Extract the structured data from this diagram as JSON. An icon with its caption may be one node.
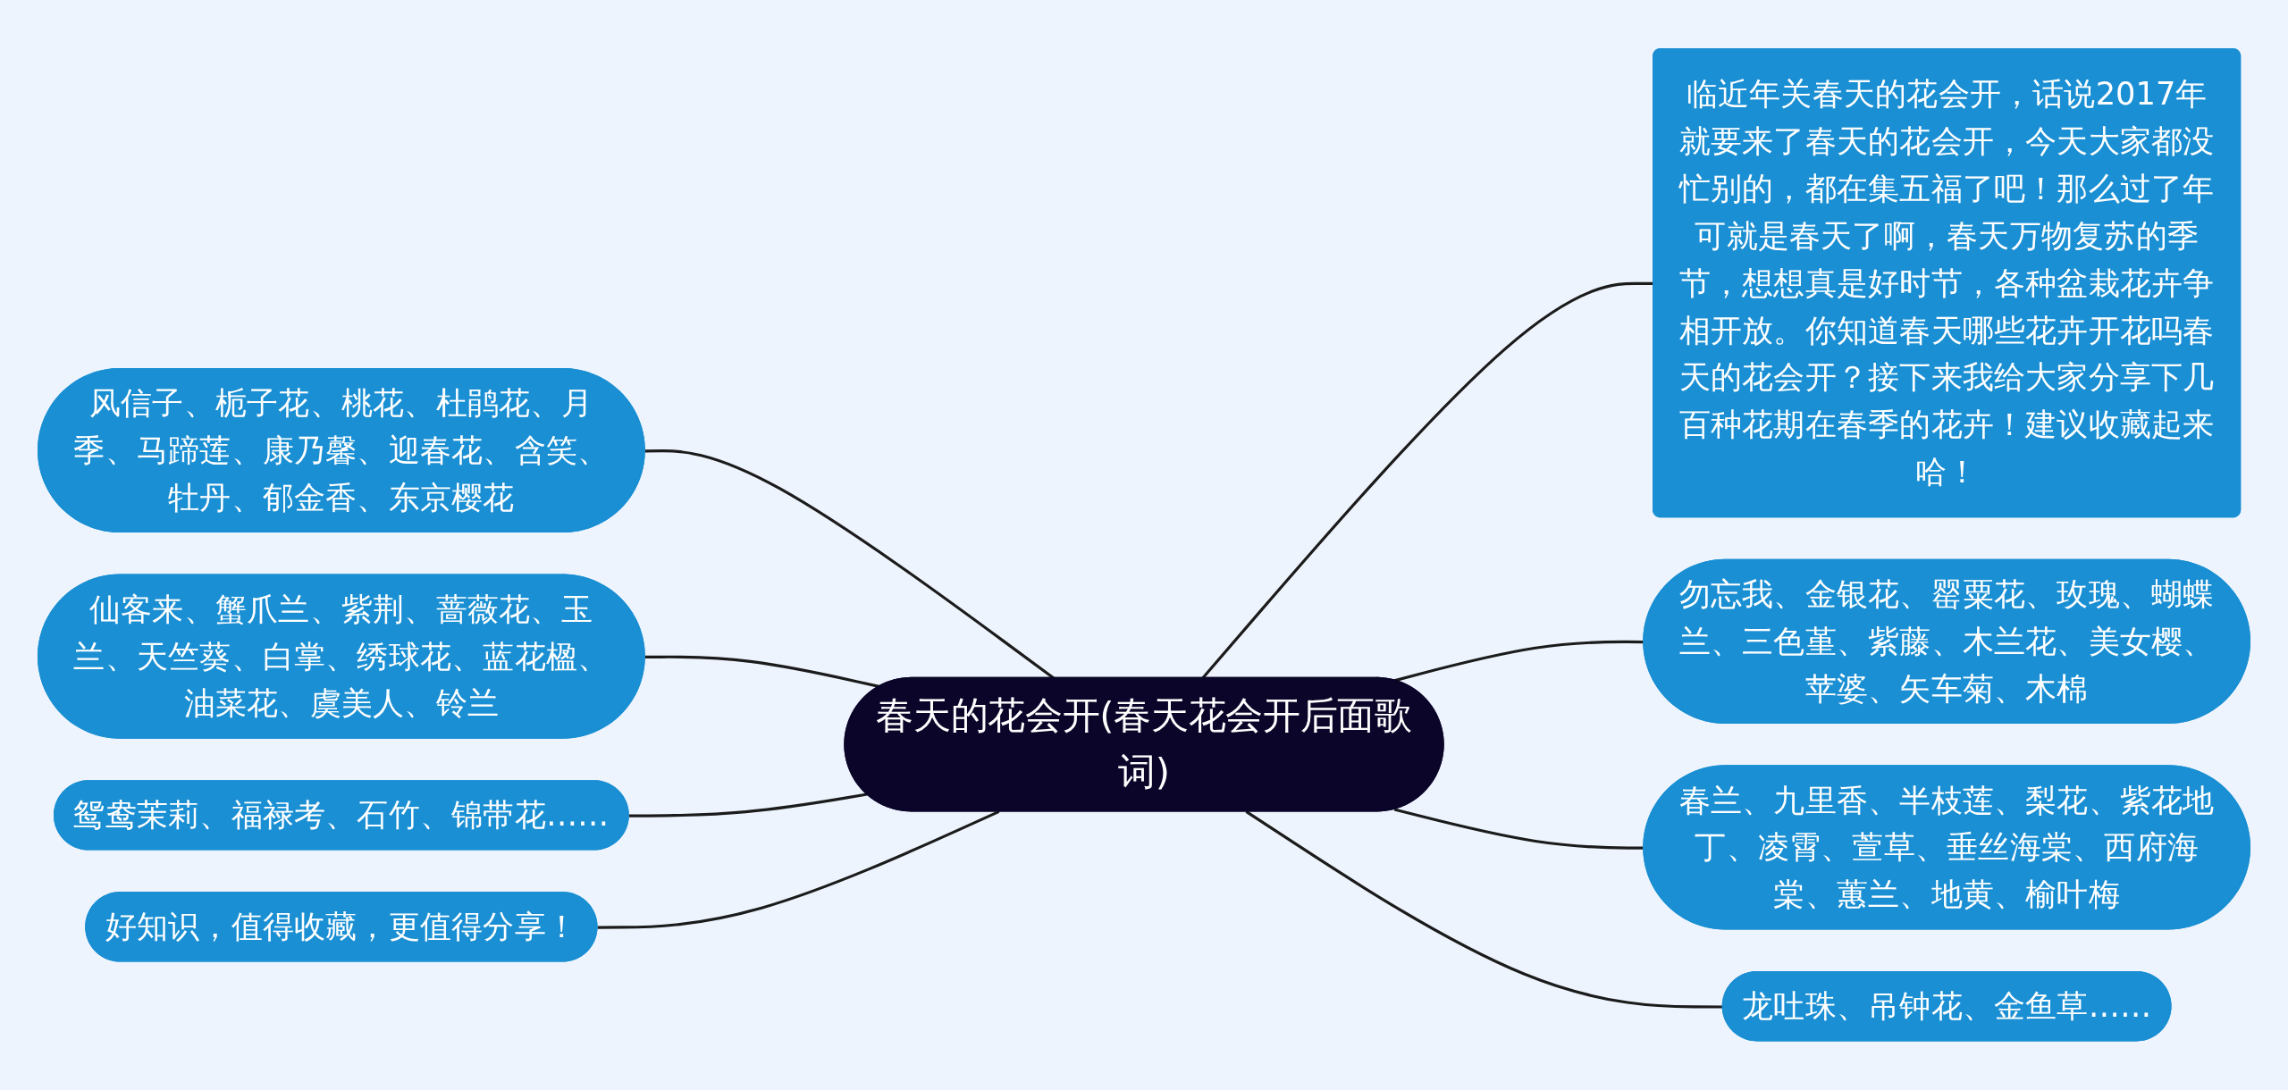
{
  "diagram": {
    "nodes": [
      {
        "text": [
          "春天的花会开(春天花会开后面歌词)"
        ]
      },
      {
        "text": [
          "风信子、栀子花、桃花、杜鹃花、月季、马蹄莲、康乃馨、迎春花、含笑、牡丹、郁金香、东京樱花"
        ]
      },
      {
        "text": [
          "仙客来、蟹爪兰、紫荆、蔷薇花、玉兰、天竺葵、白掌、绣球花、蓝花楹、油菜花、虞美人、铃兰"
        ]
      },
      {
        "text": [
          "鸳鸯茉莉、福禄考、石竹、锦带花……"
        ]
      },
      {
        "text": [
          "好知识，值得收藏，更值得分享！"
        ]
      },
      {
        "text": [
          "临近年关春天的花会开，话说2017年就要来了春天的花会开，今天大家都没忙别的，都在集五福了吧！那么过了年可就是春天了啊，春天万物复苏的季节，想想真是好时节，各种盆栽花卉争相开放。你知道春天哪些花卉开花吗春天的花会开？接下来我给大家分享下几百种花期在春季的花卉！建议收藏起来哈！"
        ]
      },
      {
        "text": [
          "勿忘我、金银花、罂粟花、玫瑰、蝴蝶兰、三色堇、紫藤、木兰花、美女樱、苹婆、矢车菊、木棉"
        ]
      },
      {
        "text": [
          "春兰、九里香、半枝莲、梨花、紫花地丁、凌霄、萱草、垂丝海棠、西府海棠、蕙兰、地黄、榆叶梅"
        ]
      },
      {
        "text": [
          "龙吐珠、吊钟花、金鱼草……"
        ]
      }
    ],
    "edges": [
      {
        "from": 0,
        "to": 1,
        "arrow": "none"
      },
      {
        "from": 0,
        "to": 2,
        "arrow": "none"
      },
      {
        "from": 0,
        "to": 3,
        "arrow": "none"
      },
      {
        "from": 0,
        "to": 4,
        "arrow": "none"
      },
      {
        "from": 0,
        "to": 5,
        "arrow": "none"
      },
      {
        "from": 0,
        "to": 6,
        "arrow": "none"
      },
      {
        "from": 0,
        "to": 7,
        "arrow": "none"
      },
      {
        "from": 0,
        "to": 8,
        "arrow": "none"
      }
    ]
  }
}
